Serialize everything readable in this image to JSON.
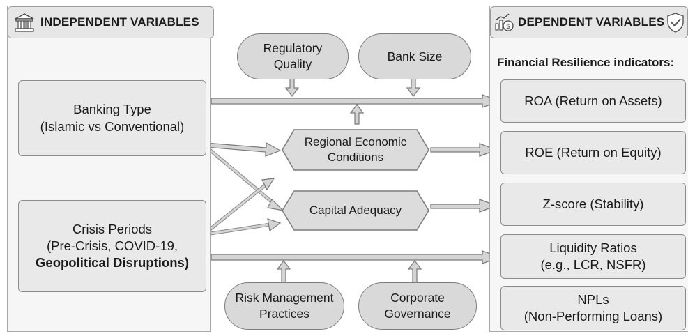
{
  "independent": {
    "header": "INDEPENDENT VARIABLES",
    "icon": "bank-building-icon",
    "banking_type": [
      "Banking Type",
      "(Islamic vs Conventional)"
    ],
    "crisis_periods": [
      "Crisis Periods",
      "(Pre-Crisis, COVID-19,",
      "Geopolitical Disruptions)"
    ]
  },
  "moderators": {
    "regulatory_quality": [
      "Regulatory",
      "Quality"
    ],
    "bank_size": [
      "Bank Size"
    ],
    "risk_management": [
      "Risk Management",
      "Practices"
    ],
    "corporate_governance": [
      "Corporate",
      "Governance"
    ]
  },
  "mediators": {
    "regional_economic": [
      "Regional Economic",
      "Conditions"
    ],
    "capital_adequacy": [
      "Capital Adequacy"
    ]
  },
  "dependent": {
    "header": "DEPENDENT VARIABLES",
    "icon_left": "finance-chart-icon",
    "icon_right": "shield-check-icon",
    "subtitle": "Financial Resilience indicators:",
    "roa": [
      "ROA (Return on Assets)"
    ],
    "roe": [
      "ROE (Return on Equity)"
    ],
    "zscore": [
      "Z-score (Stability)"
    ],
    "liquidity": [
      "Liquidity Ratios",
      "(e.g., LCR, NSFR)"
    ],
    "npls": [
      "NPLs",
      "(Non-Performing Loans)"
    ]
  },
  "colors": {
    "box_fill": "#e9e9e9",
    "pill_fill": "#d9d9d9",
    "arrow_fill": "#d4d4d4",
    "border": "#8c8c8c",
    "text": "#1b1b1b"
  }
}
